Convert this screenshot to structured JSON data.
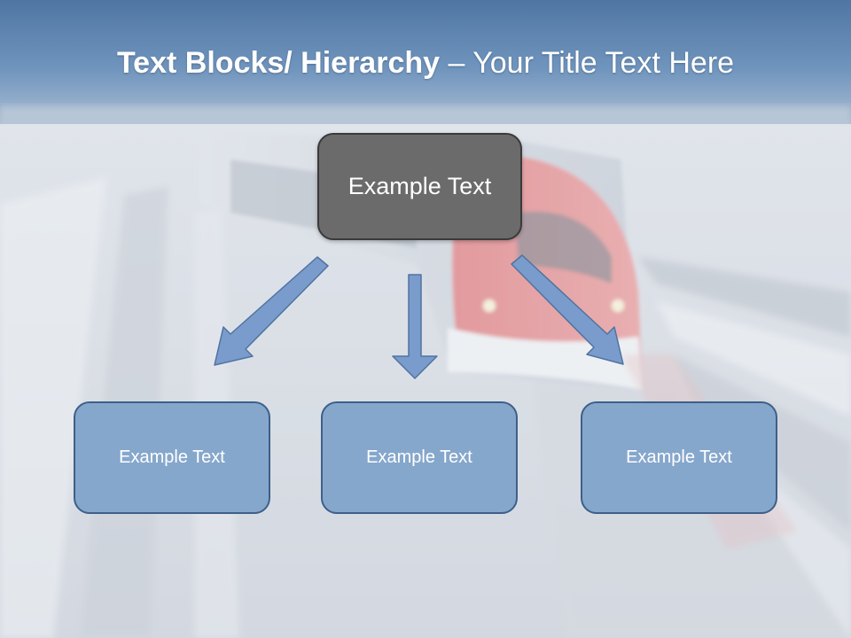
{
  "slide": {
    "title_bold": "Text Blocks/ Hierarchy",
    "title_separator": " – ",
    "title_light": "Your Title Text Here"
  },
  "hierarchy": {
    "top": {
      "label": "Example Text"
    },
    "children": [
      {
        "label": "Example Text"
      },
      {
        "label": "Example Text"
      },
      {
        "label": "Example Text"
      }
    ]
  },
  "colors": {
    "top_box_fill": "#6b6b6b",
    "child_box_fill": "#86a7cc",
    "child_box_border": "#3d5f8a",
    "arrow_fill": "#7a9ccc"
  }
}
